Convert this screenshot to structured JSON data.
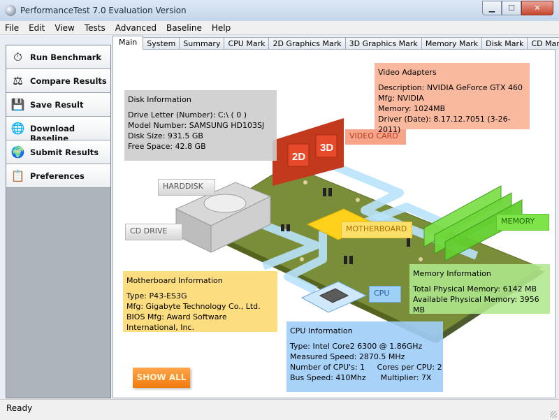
{
  "window": {
    "title": "PerformanceTest 7.0 Evaluation Version"
  },
  "menu": [
    "File",
    "Edit",
    "View",
    "Tests",
    "Advanced",
    "Baseline",
    "Help"
  ],
  "sidebar": [
    {
      "label": "Run Benchmark",
      "icon": "stopwatch-icon"
    },
    {
      "label": "Compare Results",
      "icon": "scales-icon"
    },
    {
      "label": "Save Result",
      "icon": "floppy-disk-icon"
    },
    {
      "label": "Download Baseline",
      "icon": "globe-download-icon"
    },
    {
      "label": "Submit Results",
      "icon": "globe-upload-icon"
    },
    {
      "label": "Preferences",
      "icon": "clipboard-icon"
    }
  ],
  "tabs": [
    "Main",
    "System",
    "Summary",
    "CPU Mark",
    "2D Graphics Mark",
    "3D Graphics Mark",
    "Memory Mark",
    "Disk Mark",
    "CD Mark"
  ],
  "main": {
    "disk": {
      "heading": "Disk Information",
      "lines": [
        "Drive Letter (Number): C:\\ ( 0 )",
        "Model Number: SAMSUNG HD103SJ",
        "Disk Size: 931.5 GB",
        "Free Space: 42.8 GB"
      ]
    },
    "video": {
      "heading": "Video Adapters",
      "lines": [
        "Description: NVIDIA GeForce GTX 460",
        "Mfg: NVIDIA",
        "Memory: 1024MB",
        "Driver (Date): 8.17.12.7051 (3-26-2011)"
      ]
    },
    "motherboard": {
      "heading": "Motherboard Information",
      "lines": [
        "Type: P43-ES3G",
        "Mfg: Gigabyte Technology Co., Ltd.",
        "BIOS Mfg: Award Software International, Inc."
      ]
    },
    "memory": {
      "heading": "Memory Information",
      "lines": [
        "Total Physical Memory: 6142 MB",
        "Available Physical Memory: 3956 MB"
      ]
    },
    "cpu": {
      "heading": "CPU Information",
      "lines": [
        "Type: Intel Core2 6300 @ 1.86GHz",
        "Measured Speed: 2870.5 MHz",
        "Number of CPU's: 1     Cores per CPU: 2",
        "Bus Speed: 410Mhz      Multiplier: 7X"
      ]
    },
    "labels": {
      "harddisk": "HARDDISK",
      "cd_drive": "CD DRIVE",
      "video_card": "VIDEO CARD",
      "motherboard": "MOTHERBOARD",
      "memory": "MEMORY",
      "cpu": "CPU",
      "card_2d": "2D",
      "card_3d": "3D"
    },
    "show_all": "SHOW ALL"
  },
  "status": {
    "text": "Ready"
  }
}
